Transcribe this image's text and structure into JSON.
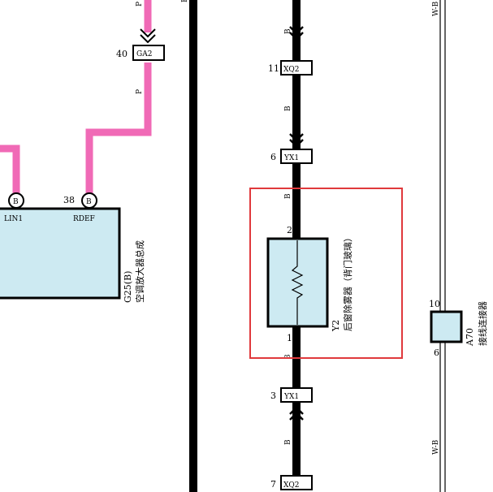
{
  "wire_labels": {
    "pink_top": "P",
    "pink_mid": "P",
    "top_right_edge": "B",
    "black_1": "B",
    "black_2": "B",
    "black_3": "B",
    "black_4": "B",
    "black_5": "B",
    "right_top": "W-B",
    "right_bottom": "W-B"
  },
  "connectors": {
    "ga2": {
      "pin": "40",
      "name": "GA2"
    },
    "xq2_top": {
      "pin": "11",
      "name": "XQ2"
    },
    "yx1_top": {
      "pin": "6",
      "name": "YX1"
    },
    "yx1_bottom": {
      "pin": "3",
      "name": "YX1"
    },
    "xq2_bottom": {
      "pin": "7",
      "name": "XQ2"
    }
  },
  "amplifier": {
    "pin_lin1_code": "B",
    "pin_lin1_label": "LIN1",
    "pin_rdef_number": "38",
    "pin_rdef_code": "B",
    "pin_rdef_label": "RDEF",
    "component_code": "G25(B)",
    "component_name": "空调放大器总成"
  },
  "defogger": {
    "pin_top": "2",
    "pin_bottom": "1",
    "pin_extra": "3",
    "component_code": "Y2",
    "component_name": "后窗除雾器（背门玻璃）"
  },
  "splice": {
    "pin_top": "10",
    "pin_bottom": "6",
    "component_code": "A70",
    "component_name": "接线连接器"
  },
  "colors": {
    "pink_wire": "#f06ab6",
    "black_wire": "#000000",
    "component_fill": "#cdeaf2",
    "highlight_box": "#e0393c"
  }
}
